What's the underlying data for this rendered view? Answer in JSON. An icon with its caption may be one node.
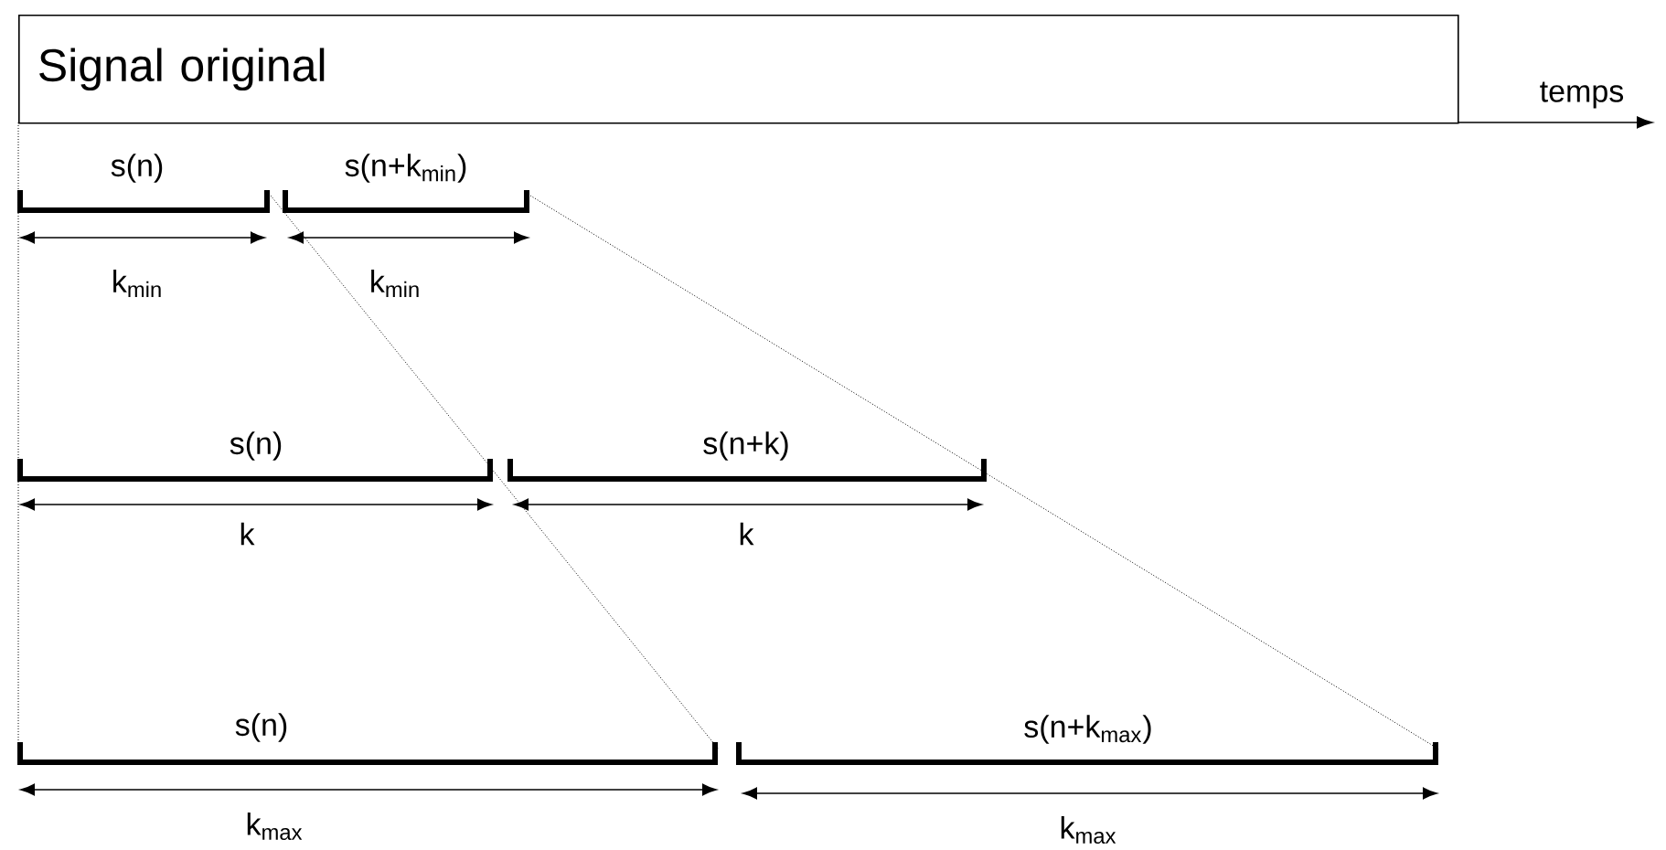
{
  "diagram": {
    "nodes": [
      {
        "text": [
          "Signal original"
        ]
      }
    ],
    "edges": [],
    "labels": [
      "temps",
      "s(n)",
      "s(n+k$_{min}$)",
      "k$_{min}$",
      "k$_{min}$",
      "s(n)",
      "s(n+k)",
      "k",
      "k",
      "s(n)",
      "s(n+k$_{max}$)",
      "k$_{max}$",
      "k$_{max}$"
    ]
  }
}
